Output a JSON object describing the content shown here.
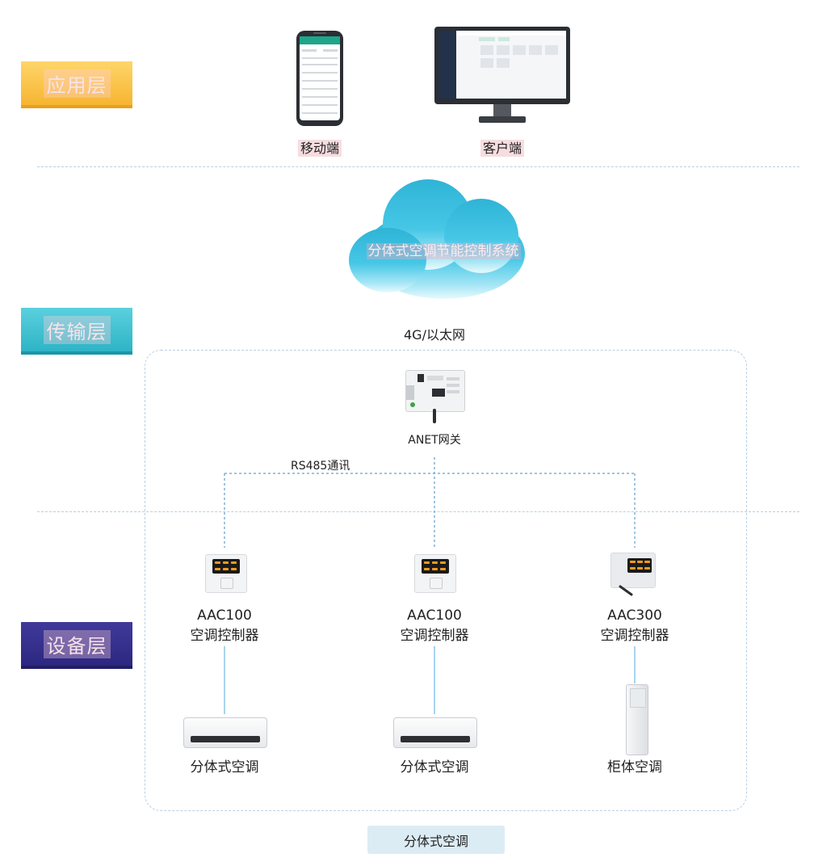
{
  "layers": {
    "application": "应用层",
    "transport": "传输层",
    "device": "设备层"
  },
  "app": {
    "mobile_label": "移动端",
    "client_label": "客户端"
  },
  "cloud": {
    "title": "分体式空调节能控制系统",
    "network_label": "4G/以太网"
  },
  "gateway": {
    "label": "ANET网关",
    "bus_label": "RS485通讯"
  },
  "controllers": [
    {
      "model": "AAC100",
      "name": "空调控制器"
    },
    {
      "model": "AAC100",
      "name": "空调控制器"
    },
    {
      "model": "AAC300",
      "name": "空调控制器"
    }
  ],
  "air_conditioners": [
    {
      "name": "分体式空调"
    },
    {
      "name": "分体式空调"
    },
    {
      "name": "柜体空调"
    }
  ],
  "footer_label": "分体式空调",
  "colors": {
    "application_tag": "#f6b531",
    "transport_tag": "#2eb4c6",
    "device_tag": "#2c2880",
    "cloud": "#2fb4d6",
    "dashed_line": "#7fb0d6"
  }
}
